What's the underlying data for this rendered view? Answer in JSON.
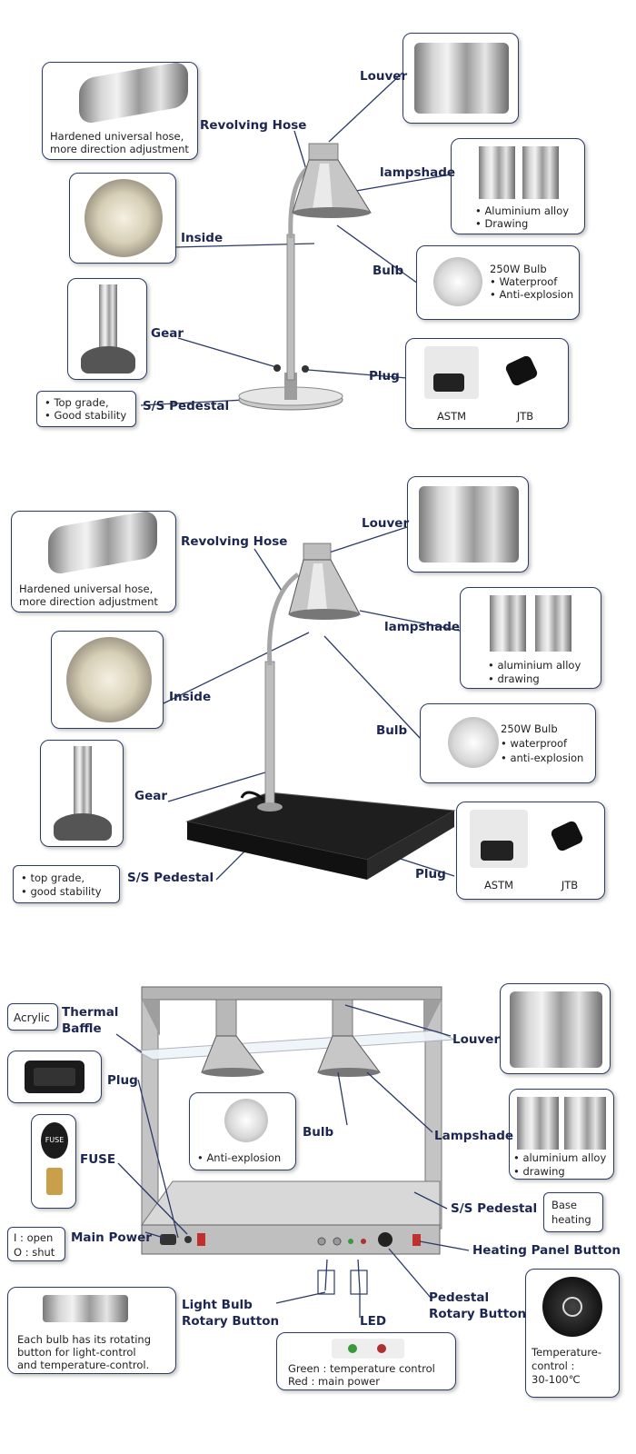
{
  "panel1": {
    "louver": "Louver",
    "revolving_hose": "Revolving Hose",
    "hose_desc_1": "Hardened universal hose,",
    "hose_desc_2": "more direction adjustment",
    "lampshade": "lampshade",
    "lampshade_b1": "• Aluminium alloy",
    "lampshade_b2": "• Drawing",
    "inside": "Inside",
    "bulb": "Bulb",
    "bulb_b1": "250W Bulb",
    "bulb_b2": "• Waterproof",
    "bulb_b3": "• Anti-explosion",
    "gear": "Gear",
    "plug": "Plug",
    "astm": "ASTM",
    "jtb": "JTB",
    "pedestal": "S/S Pedestal",
    "ped_b1": "• Top grade,",
    "ped_b2": "• Good stability"
  },
  "panel2": {
    "louver": "Louver",
    "revolving_hose": "Revolving Hose",
    "hose_desc_1": "Hardened universal hose,",
    "hose_desc_2": "more direction adjustment",
    "lampshade": "lampshade",
    "lampshade_b1": "• aluminium alloy",
    "lampshade_b2": "• drawing",
    "inside": "Inside",
    "bulb": "Bulb",
    "bulb_b1": "250W Bulb",
    "bulb_b2": "• waterproof",
    "bulb_b3": "• anti-explosion",
    "gear": "Gear",
    "plug": "Plug",
    "astm": "ASTM",
    "jtb": "JTB",
    "pedestal": "S/S Pedestal",
    "ped_b1": "• top grade,",
    "ped_b2": "• good stability"
  },
  "panel3": {
    "acrylic": "Acrylic",
    "thermal": "Thermal",
    "baffle": "Baffle",
    "louver": "Louver",
    "plug": "Plug",
    "bulb": "Bulb",
    "anti_explosion": "• Anti-explosion",
    "lampshade": "Lampshade",
    "ls_b1": "• aluminium alloy",
    "ls_b2": "• drawing",
    "fuse": "FUSE",
    "fuse_text": "FUSE",
    "pedestal": "S/S Pedestal",
    "base": "Base",
    "heating": "heating",
    "open": "I : open",
    "shut": "O : shut",
    "main_power": "Main Power",
    "heating_button": "Heating Panel Button",
    "light_bulb": "Light Bulb",
    "rotary_button": "Rotary Button",
    "led": "LED",
    "pedestal_rotary_1": "Pedestal",
    "pedestal_rotary_2": "Rotary Button",
    "each_1": "Each bulb has its rotating",
    "each_2": "button for light-control",
    "each_3": "and temperature-control.",
    "green": "Green : temperature control",
    "red": "Red : main power",
    "temp_1": "Temperature-",
    "temp_2": "control :",
    "temp_3": "30-100℃"
  }
}
